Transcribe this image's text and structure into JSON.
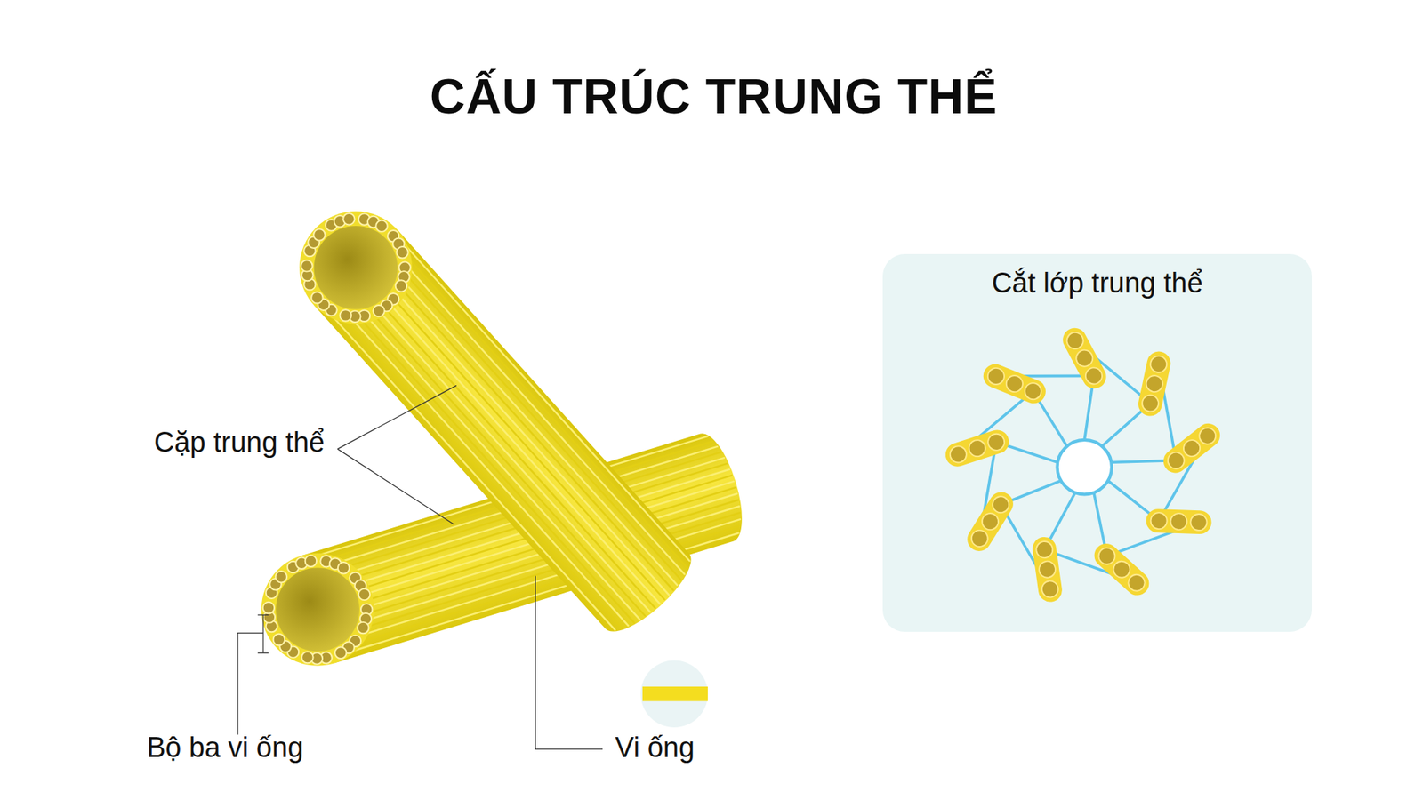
{
  "diagram": {
    "title": "CẤU TRÚC TRUNG THỂ",
    "nodes": [
      {
        "text": [
          "Cắt lớp trung thể"
        ]
      }
    ],
    "labels": [
      "Cặp trung thể",
      "Bộ ba vi ống",
      "Vi ống"
    ]
  }
}
